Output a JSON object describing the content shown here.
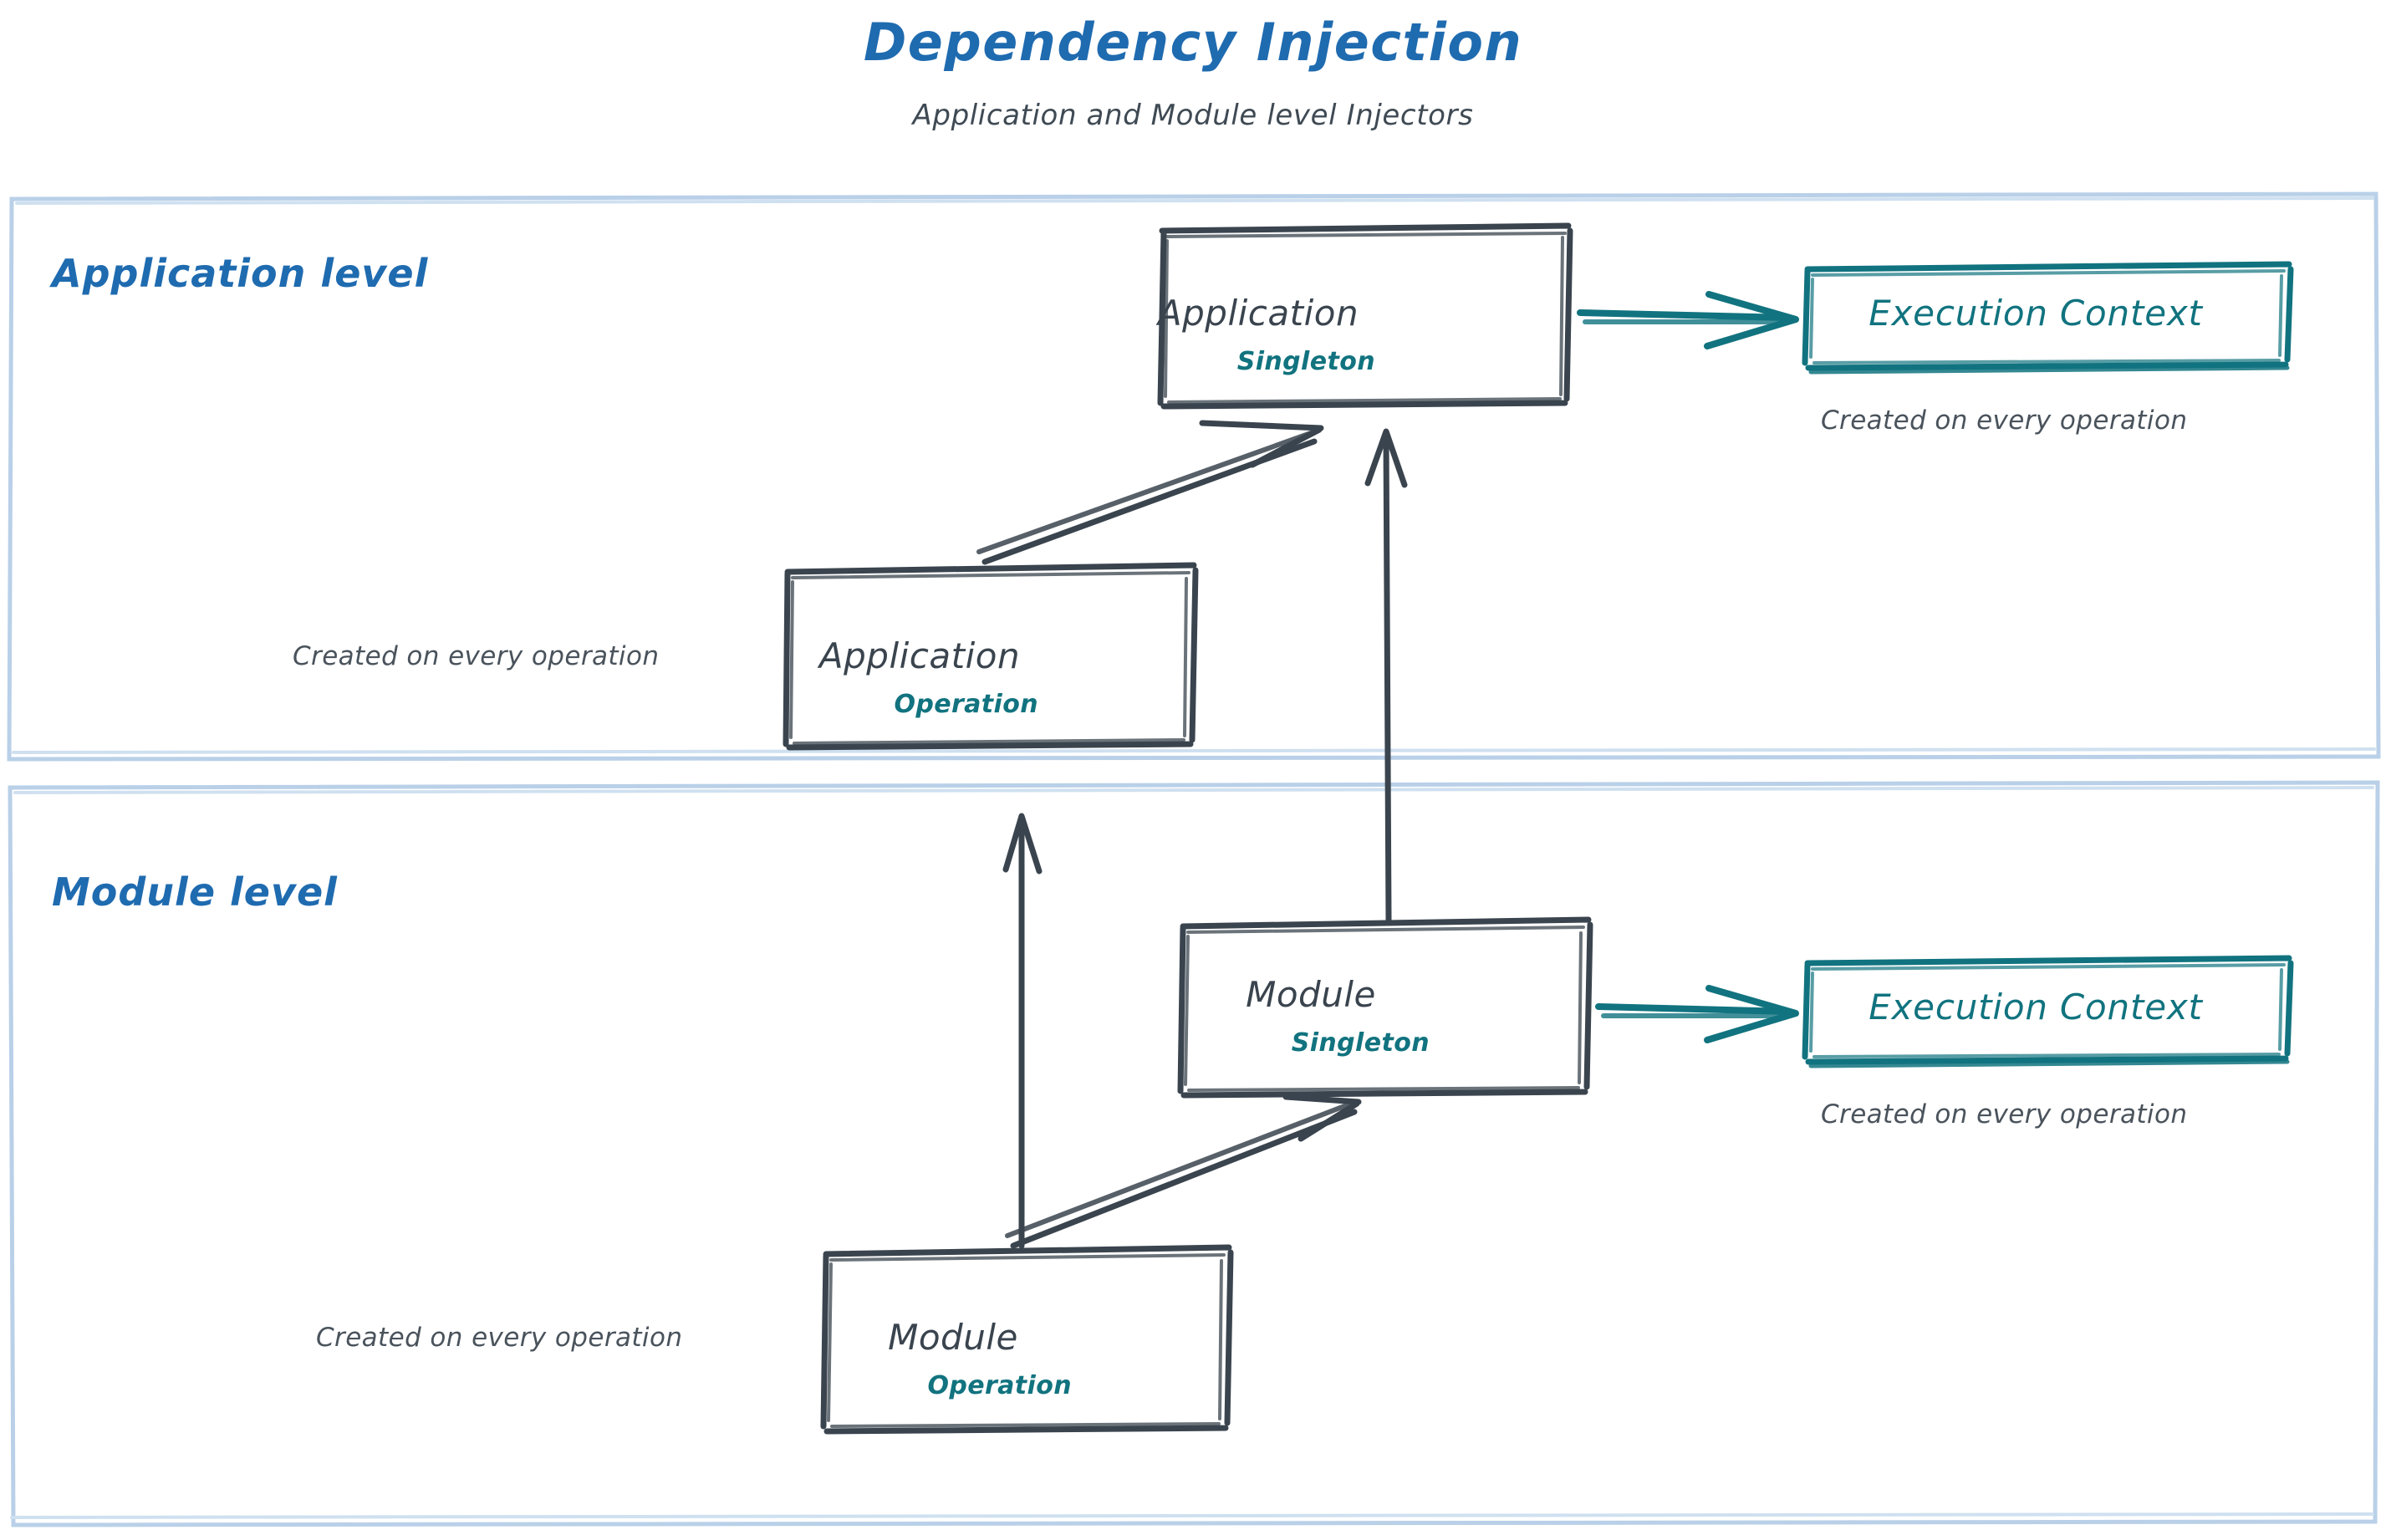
{
  "header": {
    "title": "Dependency Injection",
    "subtitle": "Application and Module level Injectors"
  },
  "colors": {
    "title_blue": "#1f6bb0",
    "lane_border": "#b9d0e8",
    "node_stroke": "#3a444e",
    "accent_teal": "#11737f",
    "caption_gray": "#4a535c",
    "background": "#ffffff"
  },
  "lanes": [
    {
      "id": "application-level",
      "label": "Application level"
    },
    {
      "id": "module-level",
      "label": "Module level"
    }
  ],
  "nodes": {
    "app_singleton": {
      "title": "Application",
      "scope": "Singleton"
    },
    "app_operation": {
      "title": "Application",
      "scope": "Operation"
    },
    "mod_singleton": {
      "title": "Module",
      "scope": "Singleton"
    },
    "mod_operation": {
      "title": "Module",
      "scope": "Operation"
    },
    "ctx_application": {
      "title": "Execution Context"
    },
    "ctx_module": {
      "title": "Execution Context"
    }
  },
  "captions": {
    "ctx_application": "Created on every operation",
    "ctx_module": "Created on every operation",
    "app_operation": "Created on every operation",
    "mod_operation": "Created on every operation"
  },
  "edges": [
    {
      "id": "app-singleton-to-exec-context",
      "from": "app_singleton",
      "to": "ctx_application",
      "style": "teal-arrow"
    },
    {
      "id": "app-operation-to-app-singleton",
      "from": "app_operation",
      "to": "app_singleton",
      "style": "sketch-arrow"
    },
    {
      "id": "mod-singleton-to-app-singleton",
      "from": "mod_singleton",
      "to": "app_singleton",
      "style": "sketch-arrow"
    },
    {
      "id": "mod-operation-to-app-operation",
      "from": "mod_operation",
      "to": "app_operation",
      "style": "sketch-arrow"
    },
    {
      "id": "mod-operation-to-mod-singleton",
      "from": "mod_operation",
      "to": "mod_singleton",
      "style": "sketch-arrow"
    },
    {
      "id": "mod-singleton-to-exec-context",
      "from": "mod_singleton",
      "to": "ctx_module",
      "style": "teal-arrow"
    }
  ]
}
